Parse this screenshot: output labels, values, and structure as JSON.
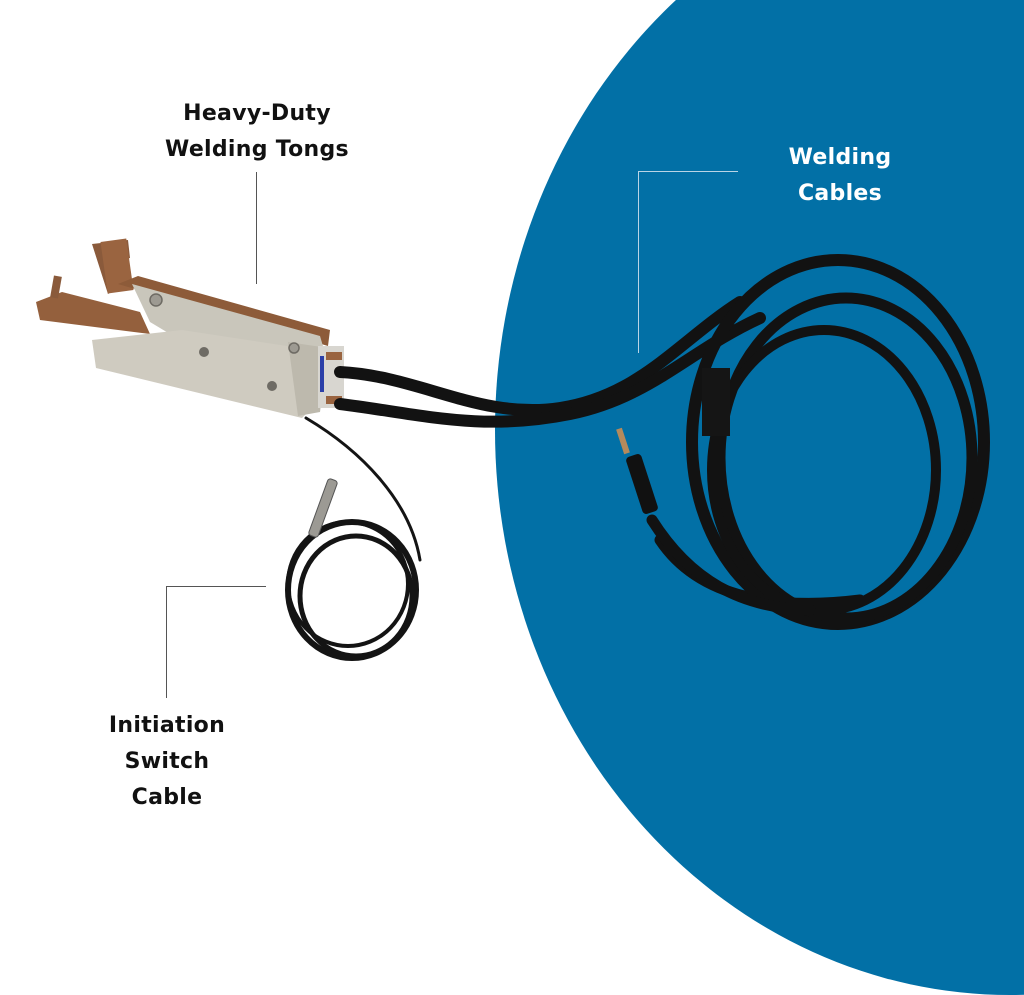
{
  "colors": {
    "background": "#ffffff",
    "accent_blue": "#0270A6",
    "label_dark": "#111111",
    "label_light": "#ffffff",
    "leader_dark": "#555555",
    "leader_light": "#b9d4e6"
  },
  "labels": {
    "tongs": {
      "line1": "Heavy-Duty",
      "line2": "Welding Tongs"
    },
    "cables": {
      "line1": "Welding",
      "line2": "Cables"
    },
    "switch": {
      "line1": "Initiation",
      "line2": "Switch",
      "line3": "Cable"
    }
  },
  "components": [
    {
      "name": "Heavy-Duty Welding Tongs",
      "depicted": "welding-tongs-icon"
    },
    {
      "name": "Welding Cables",
      "depicted": "coiled-cable-icon"
    },
    {
      "name": "Initiation Switch Cable",
      "depicted": "switch-cable-icon"
    }
  ]
}
